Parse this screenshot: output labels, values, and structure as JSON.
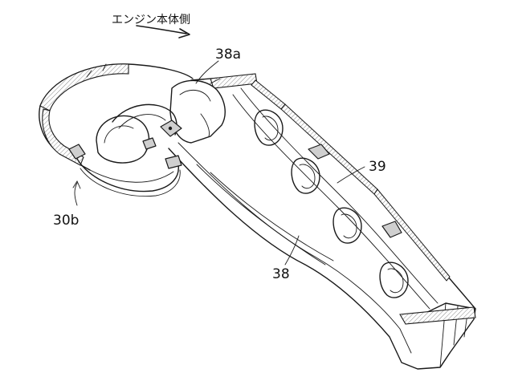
{
  "direction_label": "エンジン本体側",
  "labels": {
    "ref_38a": "38a",
    "ref_39": "39",
    "ref_38": "38",
    "ref_30b": "30b"
  }
}
